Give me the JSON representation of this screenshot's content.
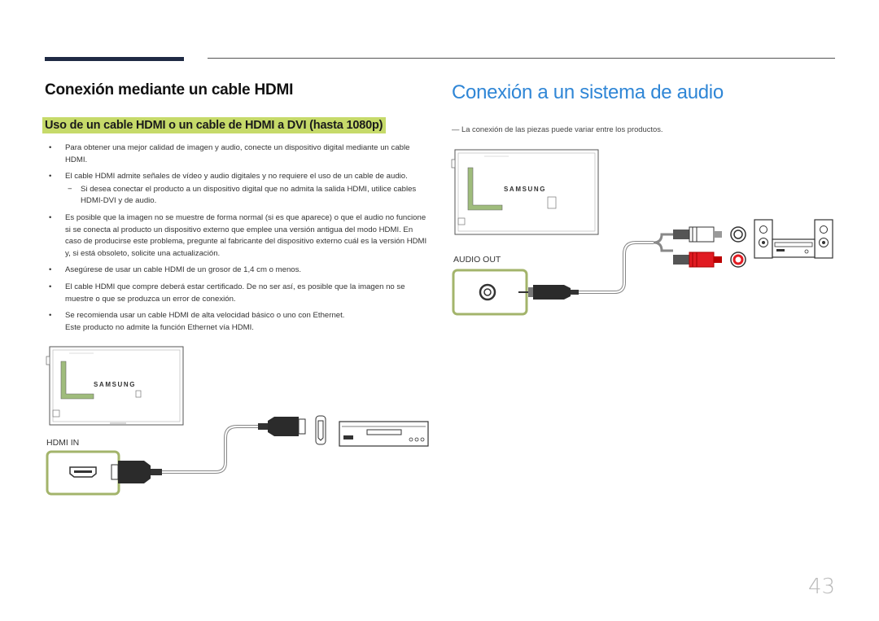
{
  "left": {
    "title": "Conexión mediante un cable HDMI",
    "subtitle": "Uso de un cable HDMI o un cable de HDMI a DVI (hasta 1080p)",
    "bullets": [
      "Para obtener una mejor calidad de imagen y audio, conecte un dispositivo digital mediante un cable HDMI.",
      "El cable HDMI admite señales de vídeo y audio digitales y no requiere el uso de un cable de audio.",
      "Es posible que la imagen no se muestre de forma normal (si es que aparece) o que el audio no funcione si se conecta al producto un dispositivo externo que emplee una versión antigua del modo HDMI. En caso de producirse este problema, pregunte al fabricante del dispositivo externo cuál es la versión HDMI y, si está obsoleto, solicite una actualización.",
      "Asegúrese de usar un cable HDMI de un grosor de 1,4 cm o menos.",
      "El cable HDMI que compre deberá estar certificado. De no ser así, es posible que la imagen no se muestre o que se produzca un error de conexión.",
      "Se recomienda usar un cable HDMI de alta velocidad básico o uno con Ethernet."
    ],
    "sub_note": "Si desea conectar el producto a un dispositivo digital que no admita la salida HDMI, utilice cables HDMI-DVI y de audio.",
    "extra_line": "Este producto no admite la función Ethernet vía HDMI.",
    "port_label": "HDMI IN",
    "brand": "SAMSUNG"
  },
  "right": {
    "title": "Conexión a un sistema de audio",
    "note": "La conexión de las piezas puede variar entre los productos.",
    "port_label": "AUDIO OUT",
    "brand": "SAMSUNG"
  },
  "page_number": "43",
  "symbols": {
    "bullet": "•",
    "dash": "−",
    "note_dash": "―"
  },
  "colors": {
    "title_blue": "#2f86d6",
    "highlight_green": "#c6da6a",
    "port_frame": "#a3b46b",
    "rca_red": "#e11b22",
    "header_bar": "#1f2a44"
  }
}
